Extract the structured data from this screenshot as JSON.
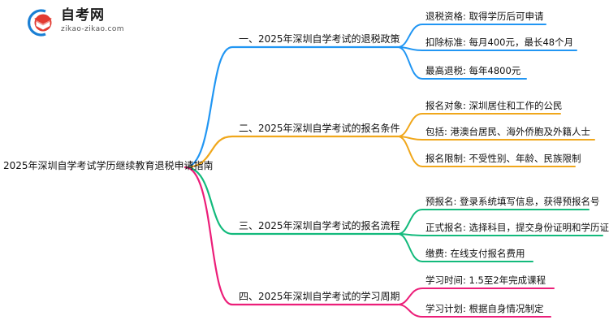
{
  "logo": {
    "name_cn": "自考网",
    "name_en": "zikao-zikao.com",
    "mark": "graduation-cap-logo"
  },
  "mindmap": {
    "root": {
      "label": "2025年深圳自学考试学历继续教育退税申请指南"
    },
    "branches": [
      {
        "label": "一、2025年深圳自学考试的退税政策",
        "color": "#2196f3",
        "leaves": [
          "退税资格: 取得学历后可申请",
          "扣除标准: 每月400元，最长48个月",
          "最高退税: 每年4800元"
        ]
      },
      {
        "label": "二、2025年深圳自学考试的报名条件",
        "color": "#f0a71b",
        "leaves": [
          "报名对象: 深圳居住和工作的公民",
          "包括: 港澳台居民、海外侨胞及外籍人士",
          "报名限制: 不受性别、年龄、民族限制"
        ]
      },
      {
        "label": "三、2025年深圳自学考试的报名流程",
        "color": "#13ba7c",
        "leaves": [
          "预报名: 登录系统填写信息，获得预报名号",
          "正式报名: 选择科目，提交身份证明和学历证明",
          "缴费: 在线支付报名费用"
        ]
      },
      {
        "label": "四、2025年深圳自学考试的学习周期",
        "color": "#ec1e79",
        "leaves": [
          "学习时间: 1.5至2年完成课程",
          "学习计划: 根据自身情况制定"
        ]
      }
    ]
  }
}
